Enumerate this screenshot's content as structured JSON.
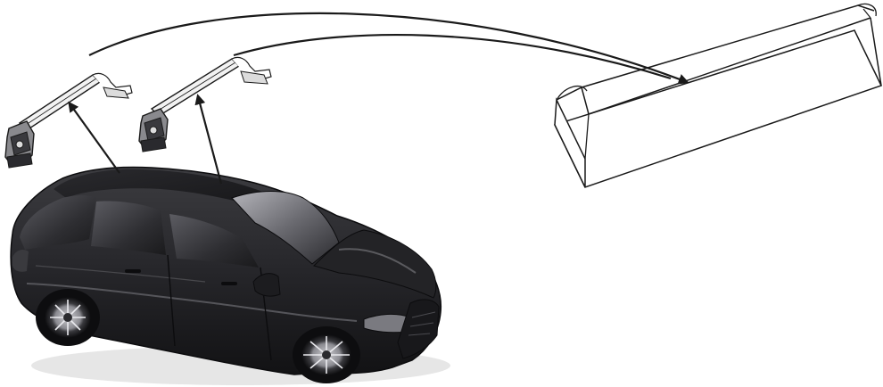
{
  "diagram": {
    "colors": {
      "background": "#ffffff",
      "line": "#1a1a1a",
      "car_body": "#2b2b2d",
      "car_dark": "#141416",
      "car_highlight": "#5a5a5e",
      "glass": "#3a3a3e",
      "glass_light": "#9a9aa0",
      "rack_metal": "#d8d8d8",
      "box_fill": "#ffffff"
    },
    "elements": {
      "car": "black-hatchback-car",
      "racks": [
        "roof-bar-front",
        "roof-bar-rear"
      ],
      "box": "storage-box",
      "arrows": [
        "arrow-front-bar-to-roof",
        "arrow-rear-bar-to-roof",
        "arrow-front-bar-to-box",
        "arrow-rear-bar-to-box"
      ]
    }
  }
}
